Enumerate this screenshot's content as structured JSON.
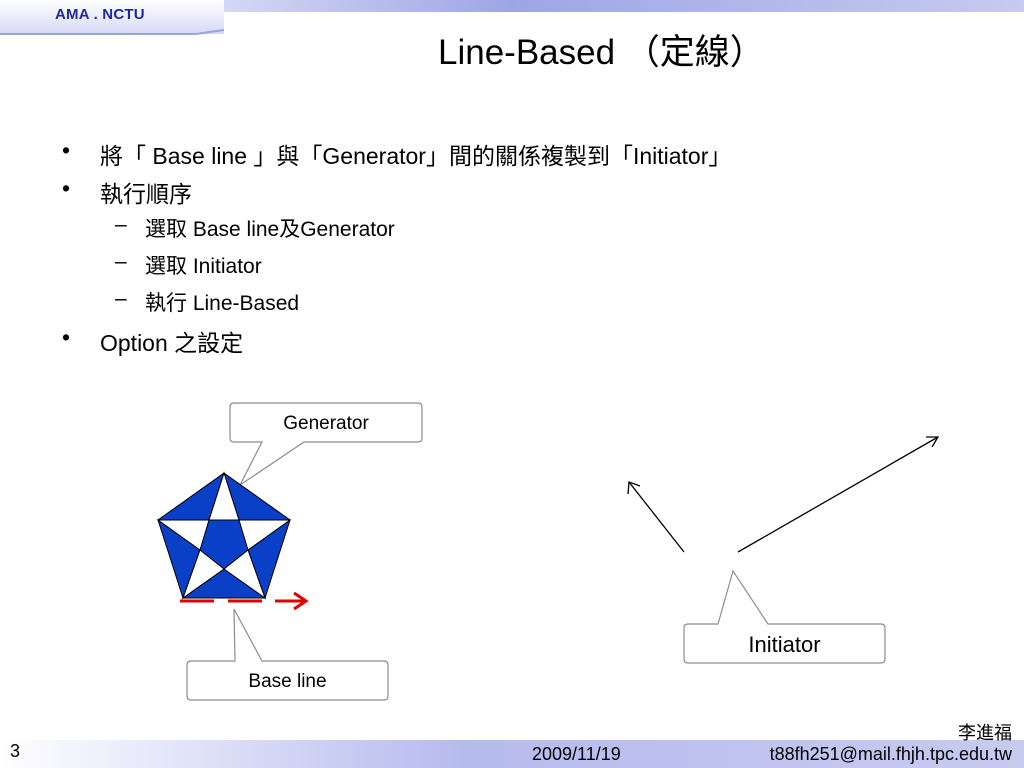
{
  "header": {
    "brand": "AMA . NCTU",
    "title": "Line-Based （定線）"
  },
  "bullets": [
    {
      "marker": "•",
      "text": "將「 Base line 」與「Generator」間的關係複製到「Initiator」"
    },
    {
      "marker": "•",
      "text": "執行順序"
    }
  ],
  "sub_bullets": [
    {
      "marker": "–",
      "text": "選取 Base line及Generator"
    },
    {
      "marker": "–",
      "text": "選取 Initiator"
    },
    {
      "marker": "–",
      "text": "執行 Line-Based"
    }
  ],
  "last_bullet": {
    "marker": "•",
    "text": "Option 之設定"
  },
  "callouts": {
    "generator": "Generator",
    "base_line": "Base line",
    "initiator": "Initiator"
  },
  "footer": {
    "slide_number": "3",
    "date": "2009/11/19",
    "author": "李進福",
    "email": "t88fh251@mail.fhjh.tpc.edu.tw"
  },
  "colors": {
    "accent_blue": "#1f2a9a",
    "band_light": "#c7cbf0",
    "star_fill": "#0a3fc8",
    "baseline_red": "#e10000"
  }
}
